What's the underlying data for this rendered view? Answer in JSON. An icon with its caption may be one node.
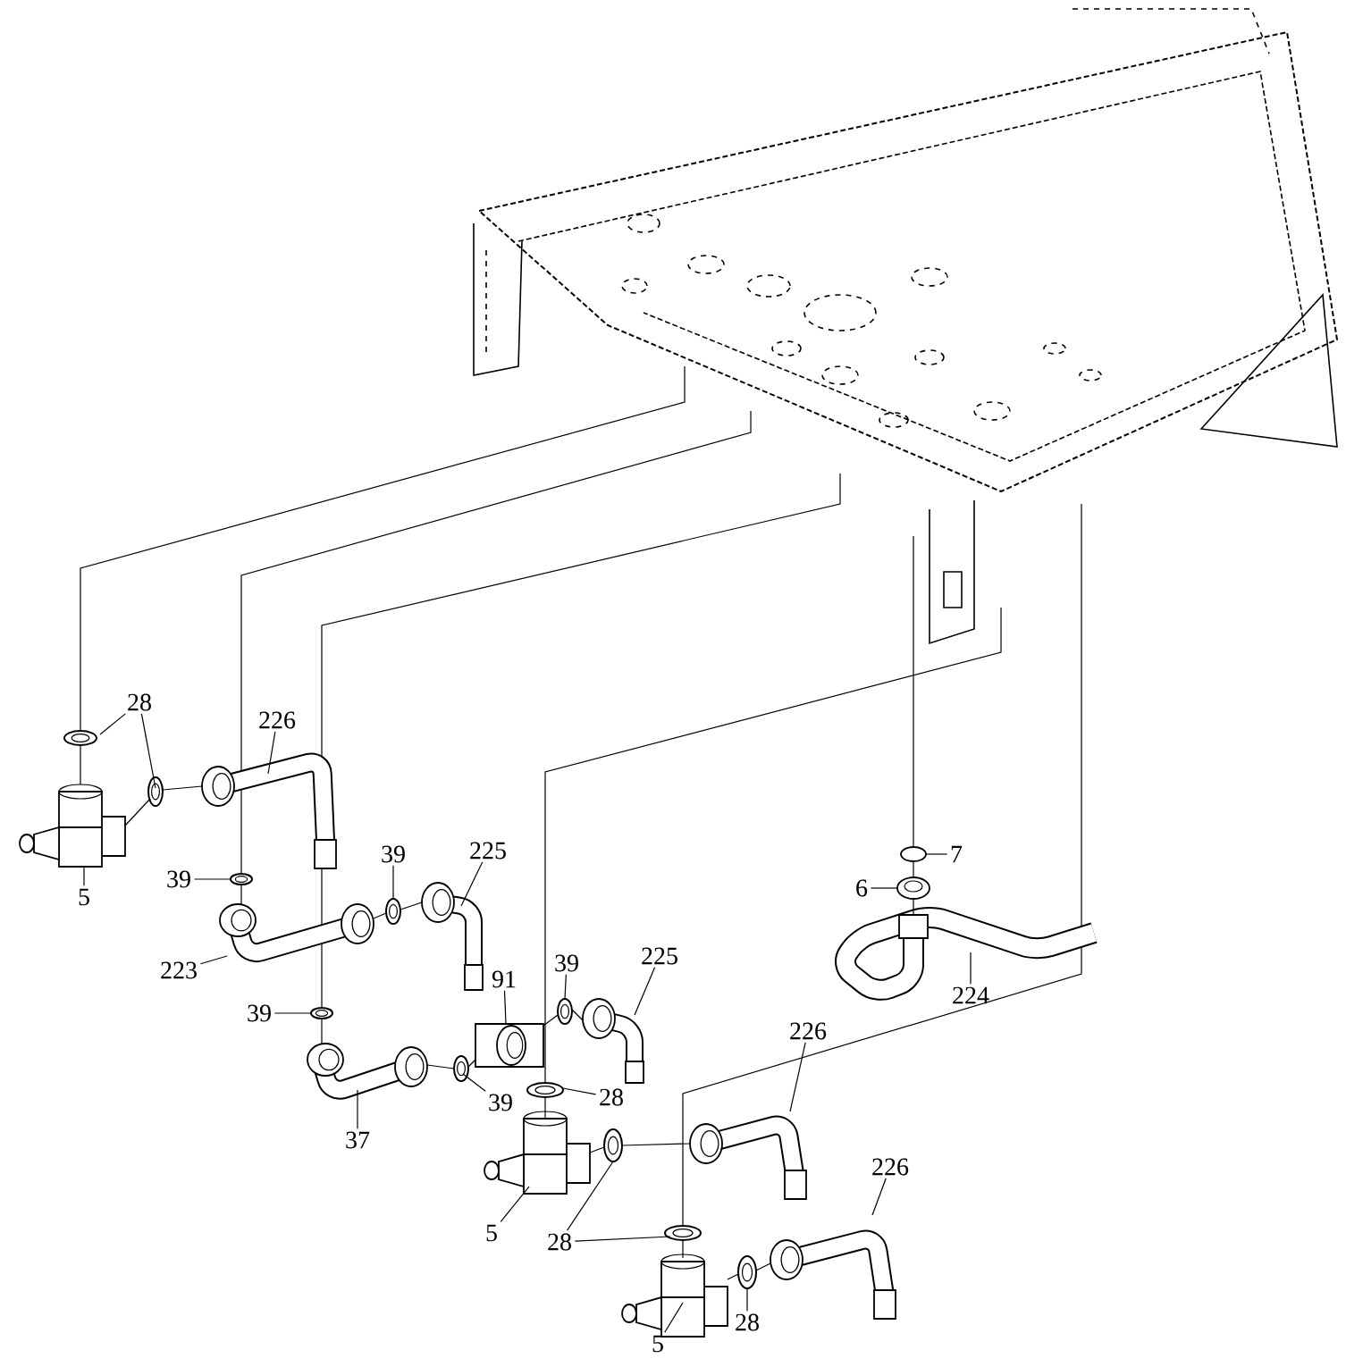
{
  "diagram": {
    "nodes": [
      {
        "text": [
          "28"
        ]
      },
      {
        "text": [
          "226"
        ]
      },
      {
        "text": [
          "5"
        ]
      },
      {
        "text": [
          "39"
        ]
      },
      {
        "text": [
          "223"
        ]
      },
      {
        "text": [
          "39"
        ]
      },
      {
        "text": [
          "225"
        ]
      },
      {
        "text": [
          "39"
        ]
      },
      {
        "text": [
          "91"
        ]
      },
      {
        "text": [
          "39"
        ]
      },
      {
        "text": [
          "225"
        ]
      },
      {
        "text": [
          "7"
        ]
      },
      {
        "text": [
          "6"
        ]
      },
      {
        "text": [
          "224"
        ]
      },
      {
        "text": [
          "37"
        ]
      },
      {
        "text": [
          "39"
        ]
      },
      {
        "text": [
          "28"
        ]
      },
      {
        "text": [
          "226"
        ]
      },
      {
        "text": [
          "5"
        ]
      },
      {
        "text": [
          "28"
        ]
      },
      {
        "text": [
          "226"
        ]
      },
      {
        "text": [
          "28"
        ]
      },
      {
        "text": [
          "5"
        ]
      },
      {
        "text": [],
        "shape": "picture"
      },
      {
        "text": [],
        "shape": "picture"
      },
      {
        "text": [],
        "shape": "picture"
      },
      {
        "text": [],
        "shape": "picture"
      },
      {
        "text": [],
        "shape": "picture"
      },
      {
        "text": [],
        "shape": "picture"
      },
      {
        "text": [],
        "shape": "picture"
      },
      {
        "text": [],
        "shape": "picture"
      },
      {
        "text": [],
        "shape": "picture"
      },
      {
        "text": [],
        "shape": "picture"
      },
      {
        "text": [],
        "shape": "picture"
      },
      {
        "text": [],
        "shape": "picture"
      },
      {
        "text": [],
        "shape": "picture"
      },
      {
        "text": [],
        "shape": "picture"
      },
      {
        "text": [],
        "shape": "picture"
      },
      {
        "text": [],
        "shape": "picture"
      },
      {
        "text": [],
        "shape": "picture"
      },
      {
        "text": [],
        "shape": "picture"
      },
      {
        "text": [],
        "shape": "picture"
      },
      {
        "text": [],
        "shape": "picture"
      },
      {
        "text": [],
        "shape": "picture"
      },
      {
        "text": [],
        "shape": "picture"
      },
      {
        "text": [],
        "shape": "picture"
      },
      {
        "text": [],
        "shape": "picture"
      },
      {
        "text": [],
        "shape": "picture"
      }
    ],
    "edges": [
      {
        "from": 0,
        "to": 23,
        "arrow": "none"
      },
      {
        "from": 0,
        "to": 24,
        "arrow": "none"
      },
      {
        "from": 1,
        "to": 25,
        "arrow": "none"
      },
      {
        "from": 2,
        "to": 26,
        "arrow": "none"
      },
      {
        "from": 3,
        "to": 27,
        "arrow": "none"
      },
      {
        "from": 4,
        "to": 28,
        "arrow": "none"
      },
      {
        "from": 5,
        "to": 29,
        "arrow": "none"
      },
      {
        "from": 6,
        "to": 30,
        "arrow": "none"
      },
      {
        "from": 7,
        "to": 31,
        "arrow": "none"
      },
      {
        "from": 8,
        "to": 32,
        "arrow": "none"
      },
      {
        "from": 9,
        "to": 33,
        "arrow": "none"
      },
      {
        "from": 10,
        "to": 34,
        "arrow": "none"
      },
      {
        "from": 11,
        "to": 35,
        "arrow": "none"
      },
      {
        "from": 12,
        "to": 36,
        "arrow": "none"
      },
      {
        "from": 13,
        "to": 37,
        "arrow": "none"
      },
      {
        "from": 14,
        "to": 38,
        "arrow": "none"
      },
      {
        "from": 15,
        "to": 39,
        "arrow": "none"
      },
      {
        "from": 16,
        "to": 40,
        "arrow": "none"
      },
      {
        "from": 17,
        "to": 41,
        "arrow": "none"
      },
      {
        "from": 18,
        "to": 42,
        "arrow": "none"
      },
      {
        "from": 19,
        "to": 43,
        "arrow": "none"
      },
      {
        "from": 19,
        "to": 44,
        "arrow": "none"
      },
      {
        "from": 20,
        "to": 45,
        "arrow": "none"
      },
      {
        "from": 21,
        "to": 46,
        "arrow": "none"
      },
      {
        "from": 22,
        "to": 47,
        "arrow": "none"
      },
      {
        "from": 23,
        "to": 26,
        "arrow": "none"
      },
      {
        "from": 26,
        "to": 24,
        "arrow": "none"
      },
      {
        "from": 24,
        "to": 25,
        "arrow": "none"
      },
      {
        "from": 27,
        "to": 28,
        "arrow": "none"
      },
      {
        "from": 28,
        "to": 29,
        "arrow": "none"
      },
      {
        "from": 29,
        "to": 30,
        "arrow": "none"
      },
      {
        "from": 31,
        "to": 38,
        "arrow": "none"
      },
      {
        "from": 38,
        "to": 39,
        "arrow": "none"
      },
      {
        "from": 39,
        "to": 32,
        "arrow": "none"
      },
      {
        "from": 32,
        "to": 33,
        "arrow": "none"
      },
      {
        "from": 33,
        "to": 34,
        "arrow": "none"
      },
      {
        "from": 40,
        "to": 42,
        "arrow": "none"
      },
      {
        "from": 42,
        "to": 43,
        "arrow": "none"
      },
      {
        "from": 43,
        "to": 41,
        "arrow": "none"
      },
      {
        "from": 44,
        "to": 47,
        "arrow": "none"
      },
      {
        "from": 47,
        "to": 46,
        "arrow": "none"
      },
      {
        "from": 46,
        "to": 45,
        "arrow": "none"
      },
      {
        "from": 35,
        "to": 36,
        "arrow": "none"
      },
      {
        "from": 36,
        "to": 37,
        "arrow": "none"
      }
    ]
  }
}
